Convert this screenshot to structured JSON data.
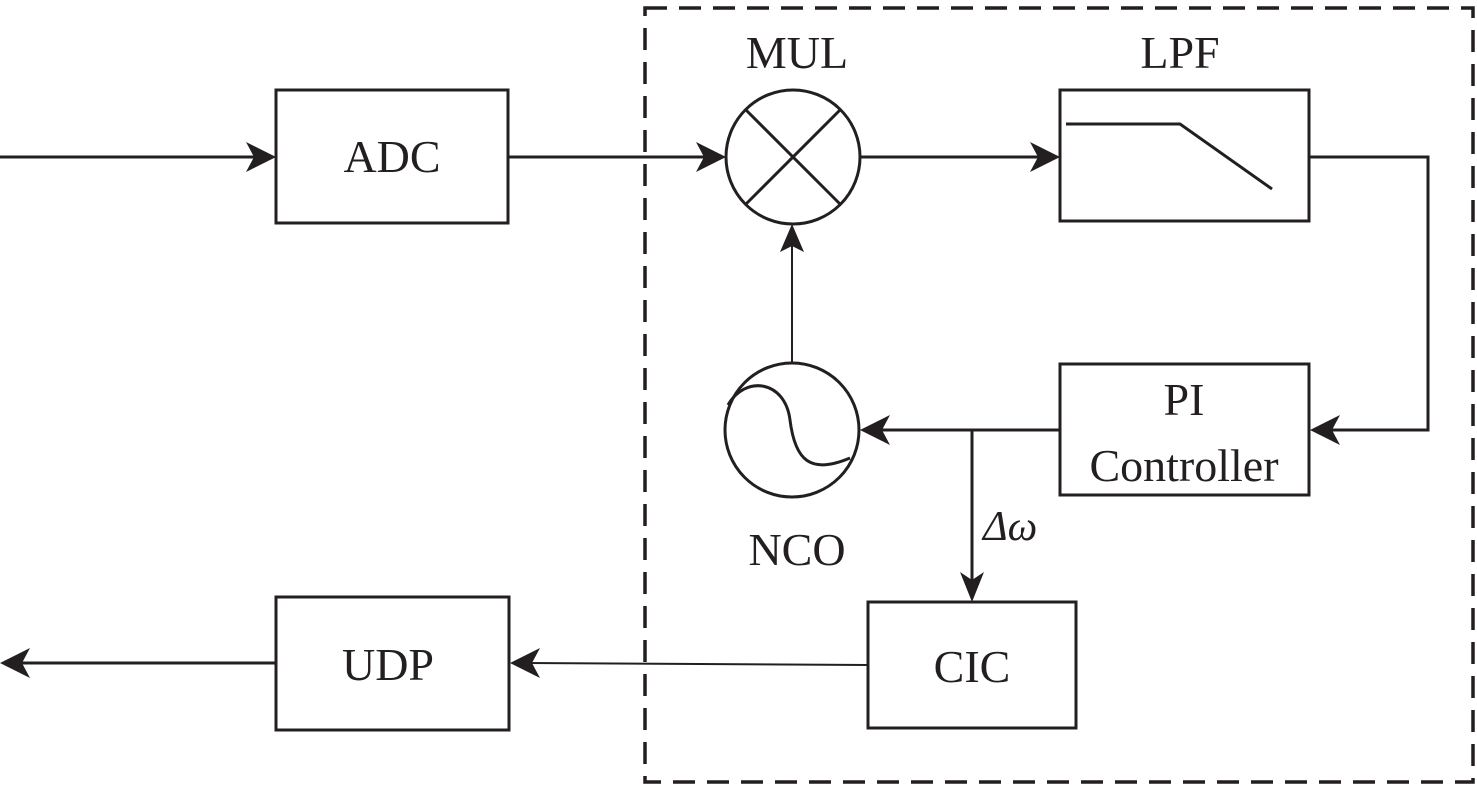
{
  "diagram": {
    "title": "Digital PLL signal processing block diagram",
    "blocks": {
      "adc": {
        "label": "ADC"
      },
      "mul": {
        "label": "MUL",
        "symbol": "multiplier-cross"
      },
      "lpf": {
        "label": "LPF",
        "symbol": "lowpass-response"
      },
      "pi": {
        "label_line1": "PI",
        "label_line2": "Controller"
      },
      "nco": {
        "label": "NCO",
        "symbol": "sine-wave"
      },
      "cic": {
        "label": "CIC"
      },
      "udp": {
        "label": "UDP"
      }
    },
    "signals": {
      "delta_omega": "Δω"
    },
    "connections": [
      {
        "from": "input",
        "to": "ADC"
      },
      {
        "from": "ADC",
        "to": "MUL"
      },
      {
        "from": "MUL",
        "to": "LPF"
      },
      {
        "from": "LPF",
        "to": "PI Controller"
      },
      {
        "from": "PI Controller",
        "to": "NCO"
      },
      {
        "from": "NCO",
        "to": "MUL"
      },
      {
        "from": "PI Controller",
        "to": "CIC",
        "label": "Δω"
      },
      {
        "from": "CIC",
        "to": "UDP"
      },
      {
        "from": "UDP",
        "to": "output"
      }
    ],
    "colors": {
      "stroke": "#231f20",
      "background": "#ffffff"
    }
  }
}
